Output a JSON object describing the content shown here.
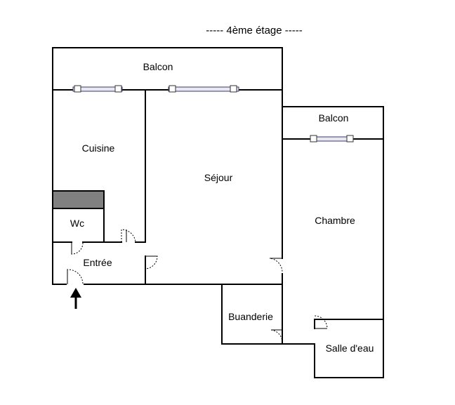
{
  "title": "-----  4ème étage  -----",
  "rooms": {
    "balcon_top": "Balcon",
    "balcon_right": "Balcon",
    "cuisine": "Cuisine",
    "sejour": "Séjour",
    "chambre": "Chambre",
    "wc": "Wc",
    "entree": "Entrée",
    "buanderie": "Buanderie",
    "salle_eau": "Salle d'eau"
  },
  "colors": {
    "wall": "#000000",
    "cabinet": "#808080",
    "window": "#3a3a6a"
  },
  "icons": {
    "entry_marker": "arrow-up-icon"
  }
}
